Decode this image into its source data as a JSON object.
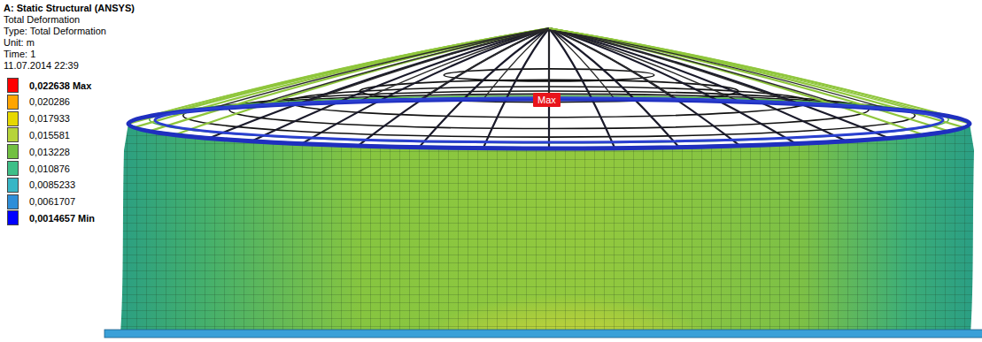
{
  "diagram": {
    "title": "A: Static Structural (ANSYS)",
    "nodes": [
      {
        "text": [
          "Max"
        ]
      }
    ],
    "labels": [
      "Total Deformation",
      "Type: Total Deformation",
      "Unit: m",
      "Time: 1",
      "11.07.2014 22:39"
    ],
    "legend": [
      {
        "text": "0,022638 Max",
        "color": "#ff0000"
      },
      {
        "text": "0,020286",
        "color": "#ffa500"
      },
      {
        "text": "0,017933",
        "color": "#e6d800"
      },
      {
        "text": "0,015581",
        "color": "#b6d43a"
      },
      {
        "text": "0,013228",
        "color": "#72c042"
      },
      {
        "text": "0,010876",
        "color": "#3ebf88"
      },
      {
        "text": "0,0085233",
        "color": "#37b6c6"
      },
      {
        "text": "0,0061707",
        "color": "#2e8ed8"
      },
      {
        "text": "0,0014657 Min",
        "color": "#0000ff"
      }
    ]
  }
}
